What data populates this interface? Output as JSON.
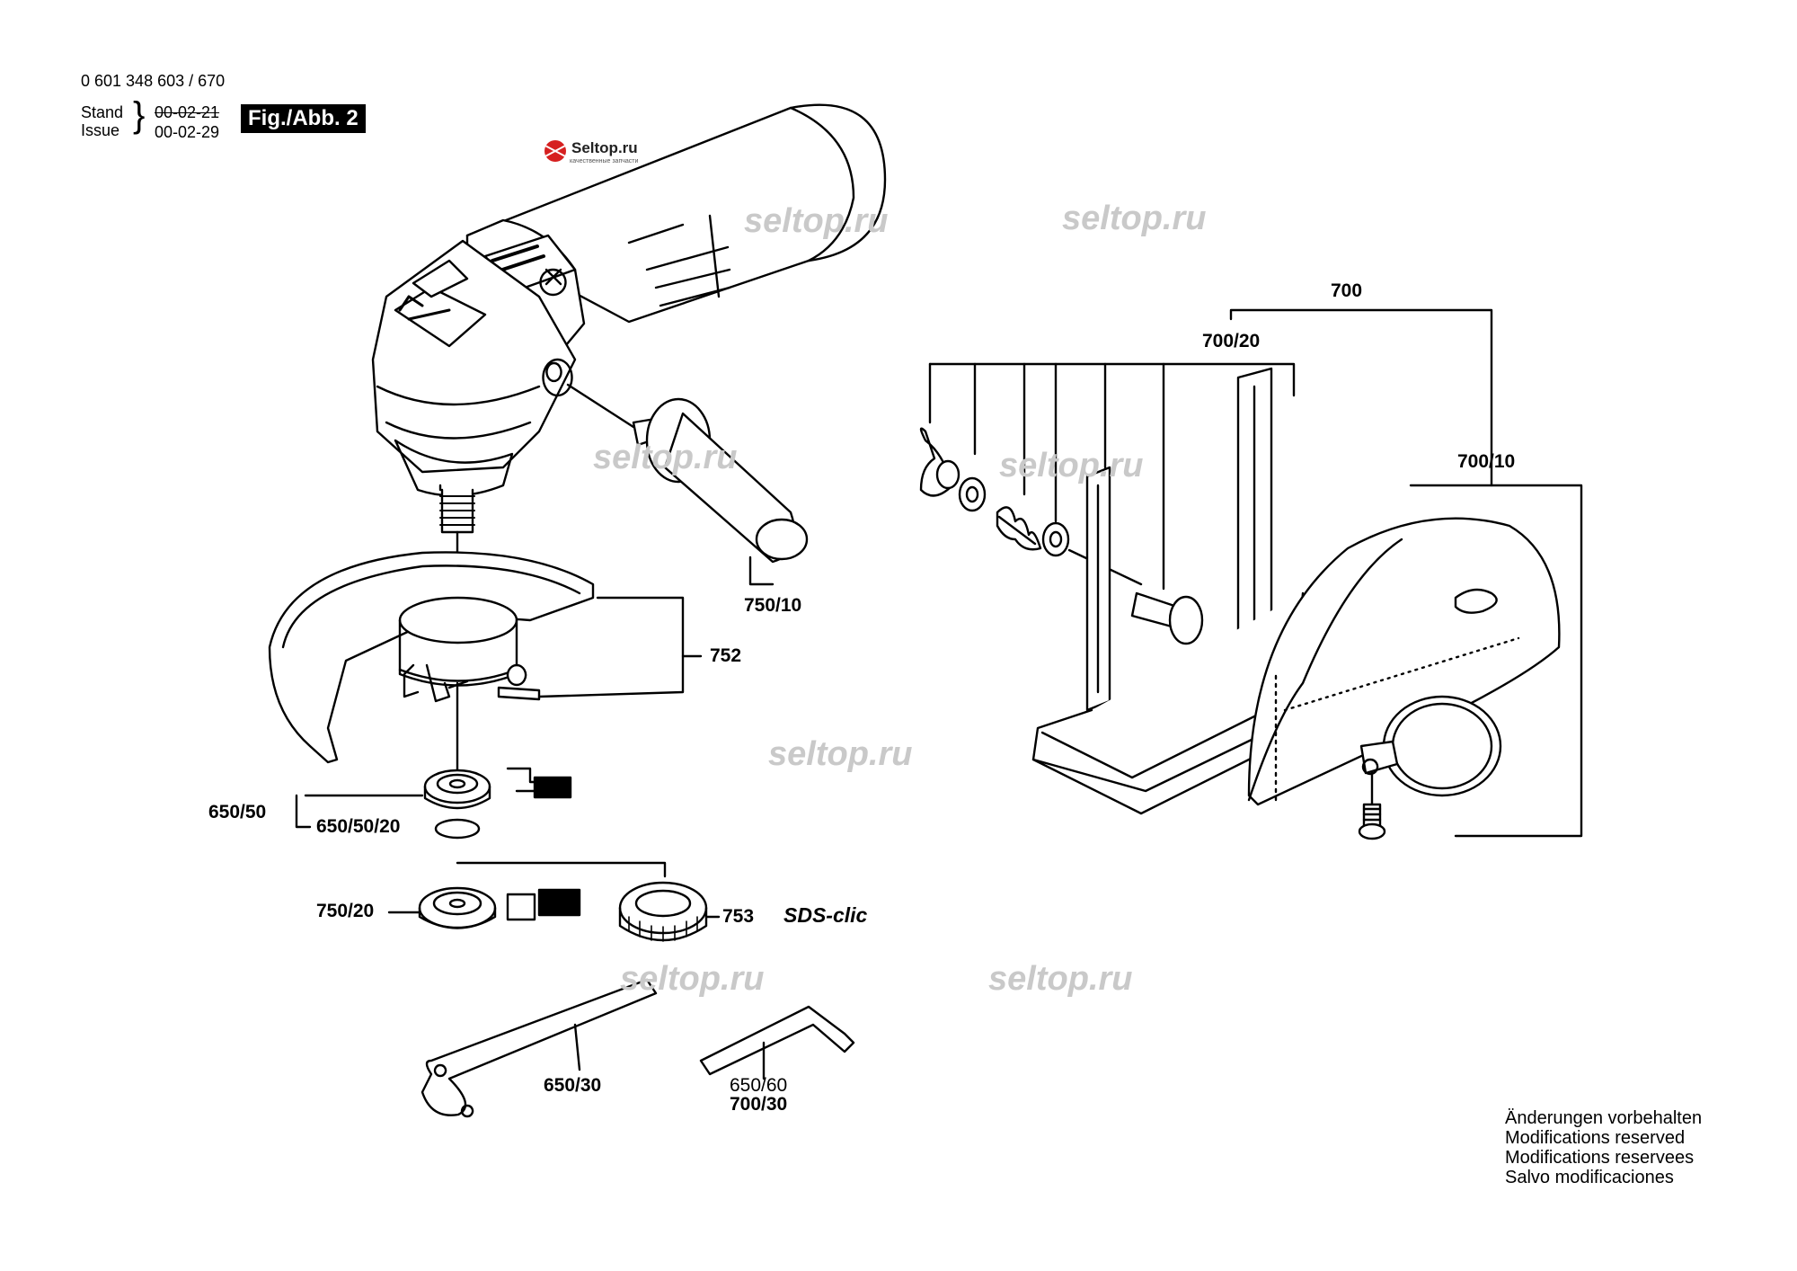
{
  "header": {
    "part_number": "0 601 348 603 / 670",
    "stand_label": "Stand",
    "issue_label": "Issue",
    "old_date": "00-02-21",
    "new_date": "00-02-29",
    "figure_label": "Fig./Abb. 2"
  },
  "logo": {
    "name": "Seltop.ru",
    "tagline": "качественные запчасти"
  },
  "watermark": "seltop.ru",
  "labels": {
    "p700": "700",
    "p700_20": "700/20",
    "p700_10": "700/10",
    "p750_10": "750/10",
    "p752": "752",
    "p650_50": "650/50",
    "p650_50_20": "650/50/20",
    "p750_20": "750/20",
    "p753": "753",
    "sds": "SDS-clic",
    "p650_30": "650/30",
    "p650_60": "650/60",
    "p700_30": "700/30"
  },
  "footer": {
    "line1": "Änderungen vorbehalten",
    "line2": "Modifications reserved",
    "line3": "Modifications reservees",
    "line4": "Salvo modificaciones"
  },
  "colors": {
    "line": "#000000",
    "watermark": "#c9c9c9",
    "logo_red": "#d62020"
  }
}
